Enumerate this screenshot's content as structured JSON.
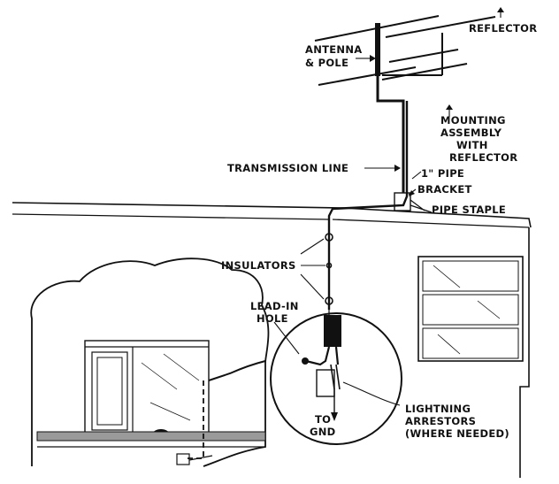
{
  "labels": {
    "reflector": "REFLECTOR",
    "antenna_line1": "ANTENNA",
    "antenna_line2": "& POLE",
    "mounting_line1": "MOUNTING",
    "mounting_line2": "ASSEMBLY",
    "mounting_line3": "WITH",
    "mounting_line4": "REFLECTOR",
    "transmission_line": "TRANSMISSION LINE",
    "pipe": "1\" PIPE",
    "bracket": "BRACKET",
    "pipe_staple": "PIPE STAPLE",
    "insulators": "INSULATORS",
    "leadin_line1": "LEAD-IN",
    "leadin_line2": "HOLE",
    "to_gnd_line1": "TO",
    "to_gnd_line2": "GND",
    "arrestors_line1": "LIGHTNING",
    "arrestors_line2": "ARRESTORS",
    "arrestors_line3": "(WHERE NEEDED)"
  },
  "colors": {
    "ink": "#111111",
    "background": "#ffffff",
    "gravel": "#9a9a9a"
  }
}
